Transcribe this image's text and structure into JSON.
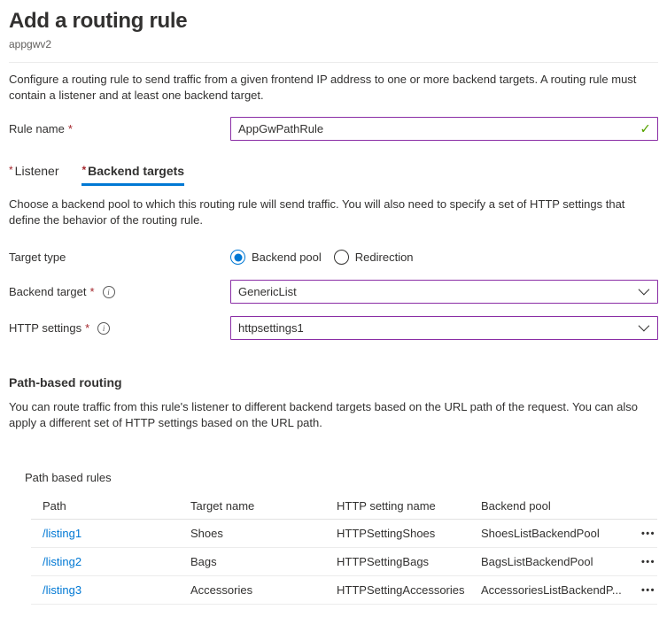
{
  "page": {
    "title": "Add a routing rule",
    "subtitle": "appgwv2",
    "intro": "Configure a routing rule to send traffic from a given frontend IP address to one or more backend targets. A routing rule must contain a listener and at least one backend target."
  },
  "form": {
    "required_marker": "*",
    "rule_name": {
      "label": "Rule name",
      "value": "AppGwPathRule"
    },
    "tabs": [
      {
        "label": "Listener",
        "active": false
      },
      {
        "label": "Backend targets",
        "active": true
      }
    ],
    "backend_intro": "Choose a backend pool to which this routing rule will send traffic. You will also need to specify a set of HTTP settings that define the behavior of the routing rule.",
    "target_type": {
      "label": "Target type",
      "options": [
        {
          "label": "Backend pool",
          "selected": true
        },
        {
          "label": "Redirection",
          "selected": false
        }
      ]
    },
    "backend_target": {
      "label": "Backend target",
      "value": "GenericList"
    },
    "http_settings": {
      "label": "HTTP settings",
      "value": "httpsettings1"
    }
  },
  "path_routing": {
    "heading": "Path-based routing",
    "description": "You can route traffic from this rule's listener to different backend targets based on the URL path of the request. You can also apply a different set of HTTP settings based on the URL path.",
    "table_label": "Path based rules",
    "columns": [
      "Path",
      "Target name",
      "HTTP setting name",
      "Backend pool"
    ],
    "rows": [
      {
        "path": "/listing1",
        "target_name": "Shoes",
        "http_setting_name": "HTTPSettingShoes",
        "backend_pool": "ShoesListBackendPool"
      },
      {
        "path": "/listing2",
        "target_name": "Bags",
        "http_setting_name": "HTTPSettingBags",
        "backend_pool": "BagsListBackendPool"
      },
      {
        "path": "/listing3",
        "target_name": "Accessories",
        "http_setting_name": "HTTPSettingAccessories",
        "backend_pool": "AccessoriesListBackendP..."
      }
    ]
  },
  "icons": {
    "valid_check": "✓",
    "info": "i",
    "more_options": "•••"
  },
  "colors": {
    "accent_blue": "#0078d4",
    "input_border_purple": "#8a2da5",
    "valid_green": "#57a300",
    "required_red": "#a4262c",
    "text_primary": "#323130",
    "text_secondary": "#605e5c"
  }
}
